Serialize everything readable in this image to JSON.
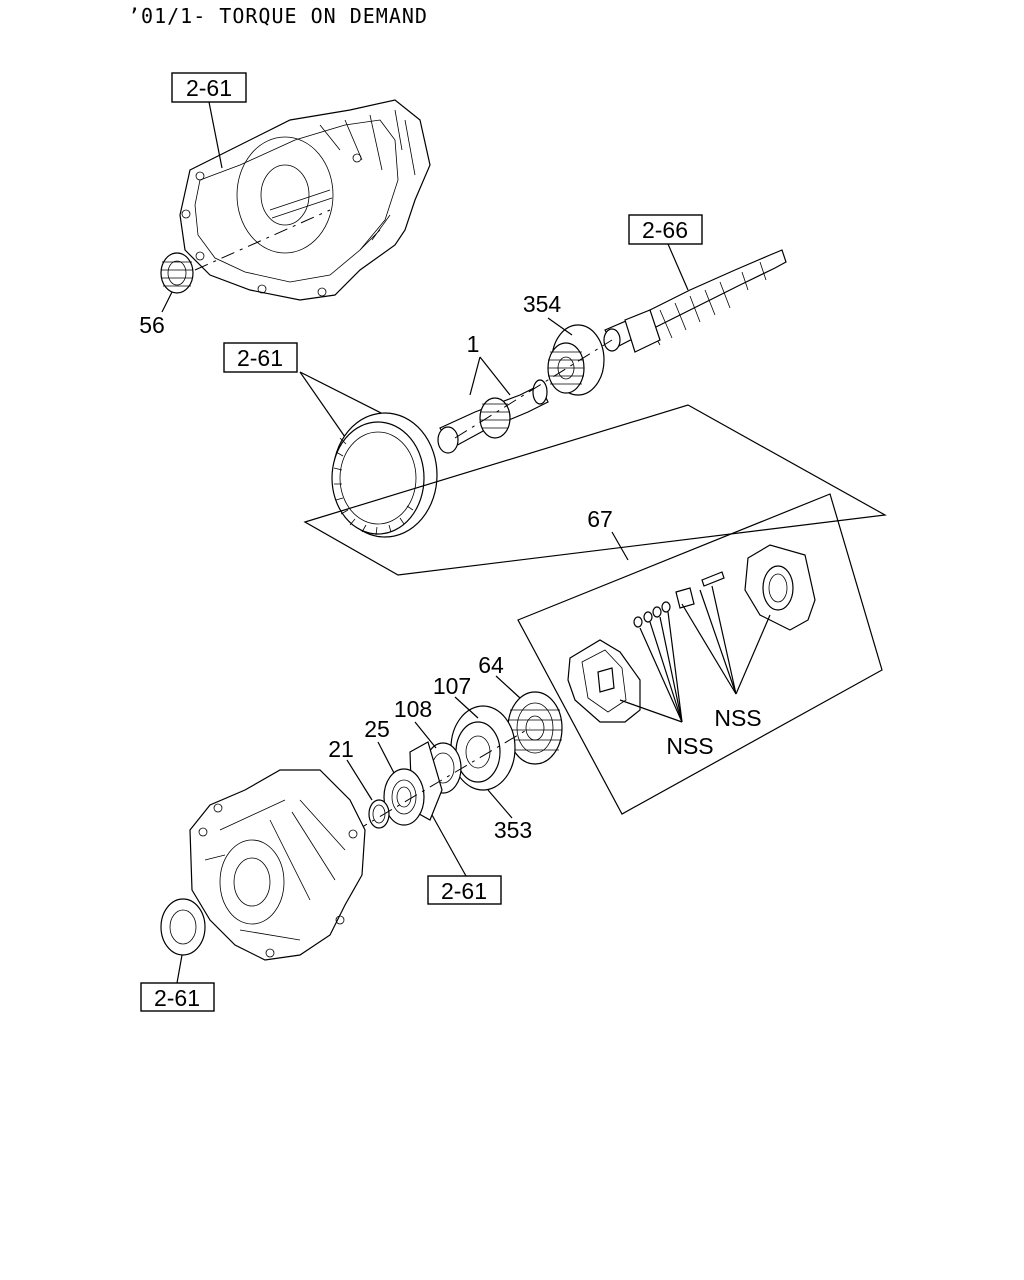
{
  "header": {
    "title": "’01/1- TORQUE ON DEMAND"
  },
  "refs": {
    "r1": "2-61",
    "r2": "2-66",
    "r3": "2-61",
    "r4": "2-61",
    "r5": "2-61"
  },
  "labels": {
    "p56": "56",
    "p354": "354",
    "p1": "1",
    "p67": "67",
    "p64": "64",
    "p107": "107",
    "p108": "108",
    "p25": "25",
    "p21": "21",
    "p353": "353",
    "nss1": "NSS",
    "nss2": "NSS"
  }
}
